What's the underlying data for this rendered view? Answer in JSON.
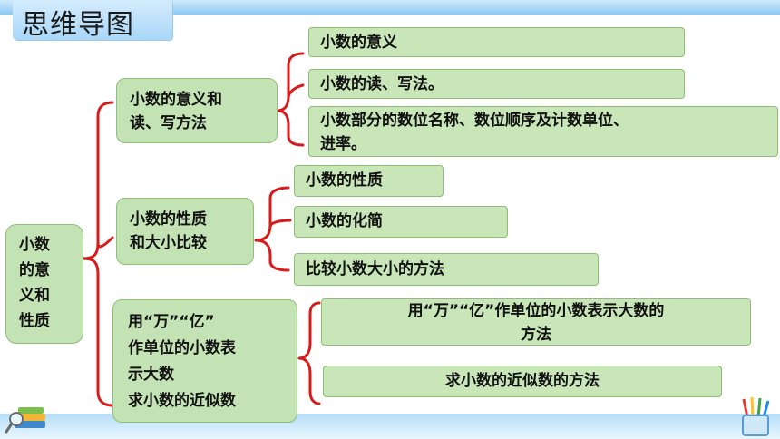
{
  "title": "思维导图",
  "root": {
    "label": "小数的意义和性质",
    "lines": [
      "小数",
      "的意",
      "义和",
      "性质"
    ]
  },
  "branches": [
    {
      "label": "小数的意义和读、写方法",
      "lines": [
        "小数的意义和",
        "读、写方法"
      ],
      "items": [
        {
          "lines": [
            "小数的意义"
          ]
        },
        {
          "lines": [
            "小数的读、写法。"
          ]
        },
        {
          "lines": [
            "小数部分的数位名称、数位顺序及计数单位、",
            "进率。"
          ]
        }
      ]
    },
    {
      "label": "小数的性质和大小比较",
      "lines": [
        "小数的性质",
        "和大小比较"
      ],
      "items": [
        {
          "lines": [
            "小数的性质"
          ]
        },
        {
          "lines": [
            "小数的化简"
          ]
        },
        {
          "lines": [
            "比较小数大小的方法"
          ]
        }
      ]
    },
    {
      "label": "用“万”“亿”作单位的小数表示大数求小数的近似数",
      "lines": [
        "用“万”“亿”",
        "作单位的小数表",
        "示大数",
        "求小数的近似数"
      ],
      "items": [
        {
          "lines": [
            "用“万”“亿”作单位的小数表示大数的",
            "方法"
          ]
        },
        {
          "lines": [
            "求小数的近似数的方法"
          ]
        }
      ]
    }
  ],
  "colors": {
    "node_fill": "#c4e3b4",
    "node_border": "#8dbf76",
    "connector": "#d71a1a"
  },
  "icons": {
    "left_deco": "books-magnifier-icon",
    "right_deco": "pencil-cup-icon"
  }
}
